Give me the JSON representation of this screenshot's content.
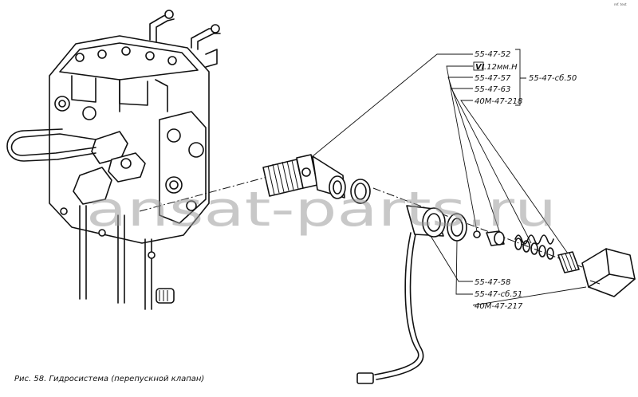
{
  "watermark": "ansat-parts.ru",
  "corner_note": "ref. text",
  "caption": "Рис. 58. Гидросистема (перепускной клапан)",
  "labels": {
    "p1": "55-47-52",
    "p2_mark": "VI",
    "p2_rest": ".12мм.Н",
    "p3": "55-47-57",
    "p4": "55-47-63",
    "p5": "40М-47-218",
    "assembly_top": "55-47-сб.50",
    "p6": "55-47-58",
    "p7": "55-47-сб.51",
    "p8": "40М-47-217"
  }
}
